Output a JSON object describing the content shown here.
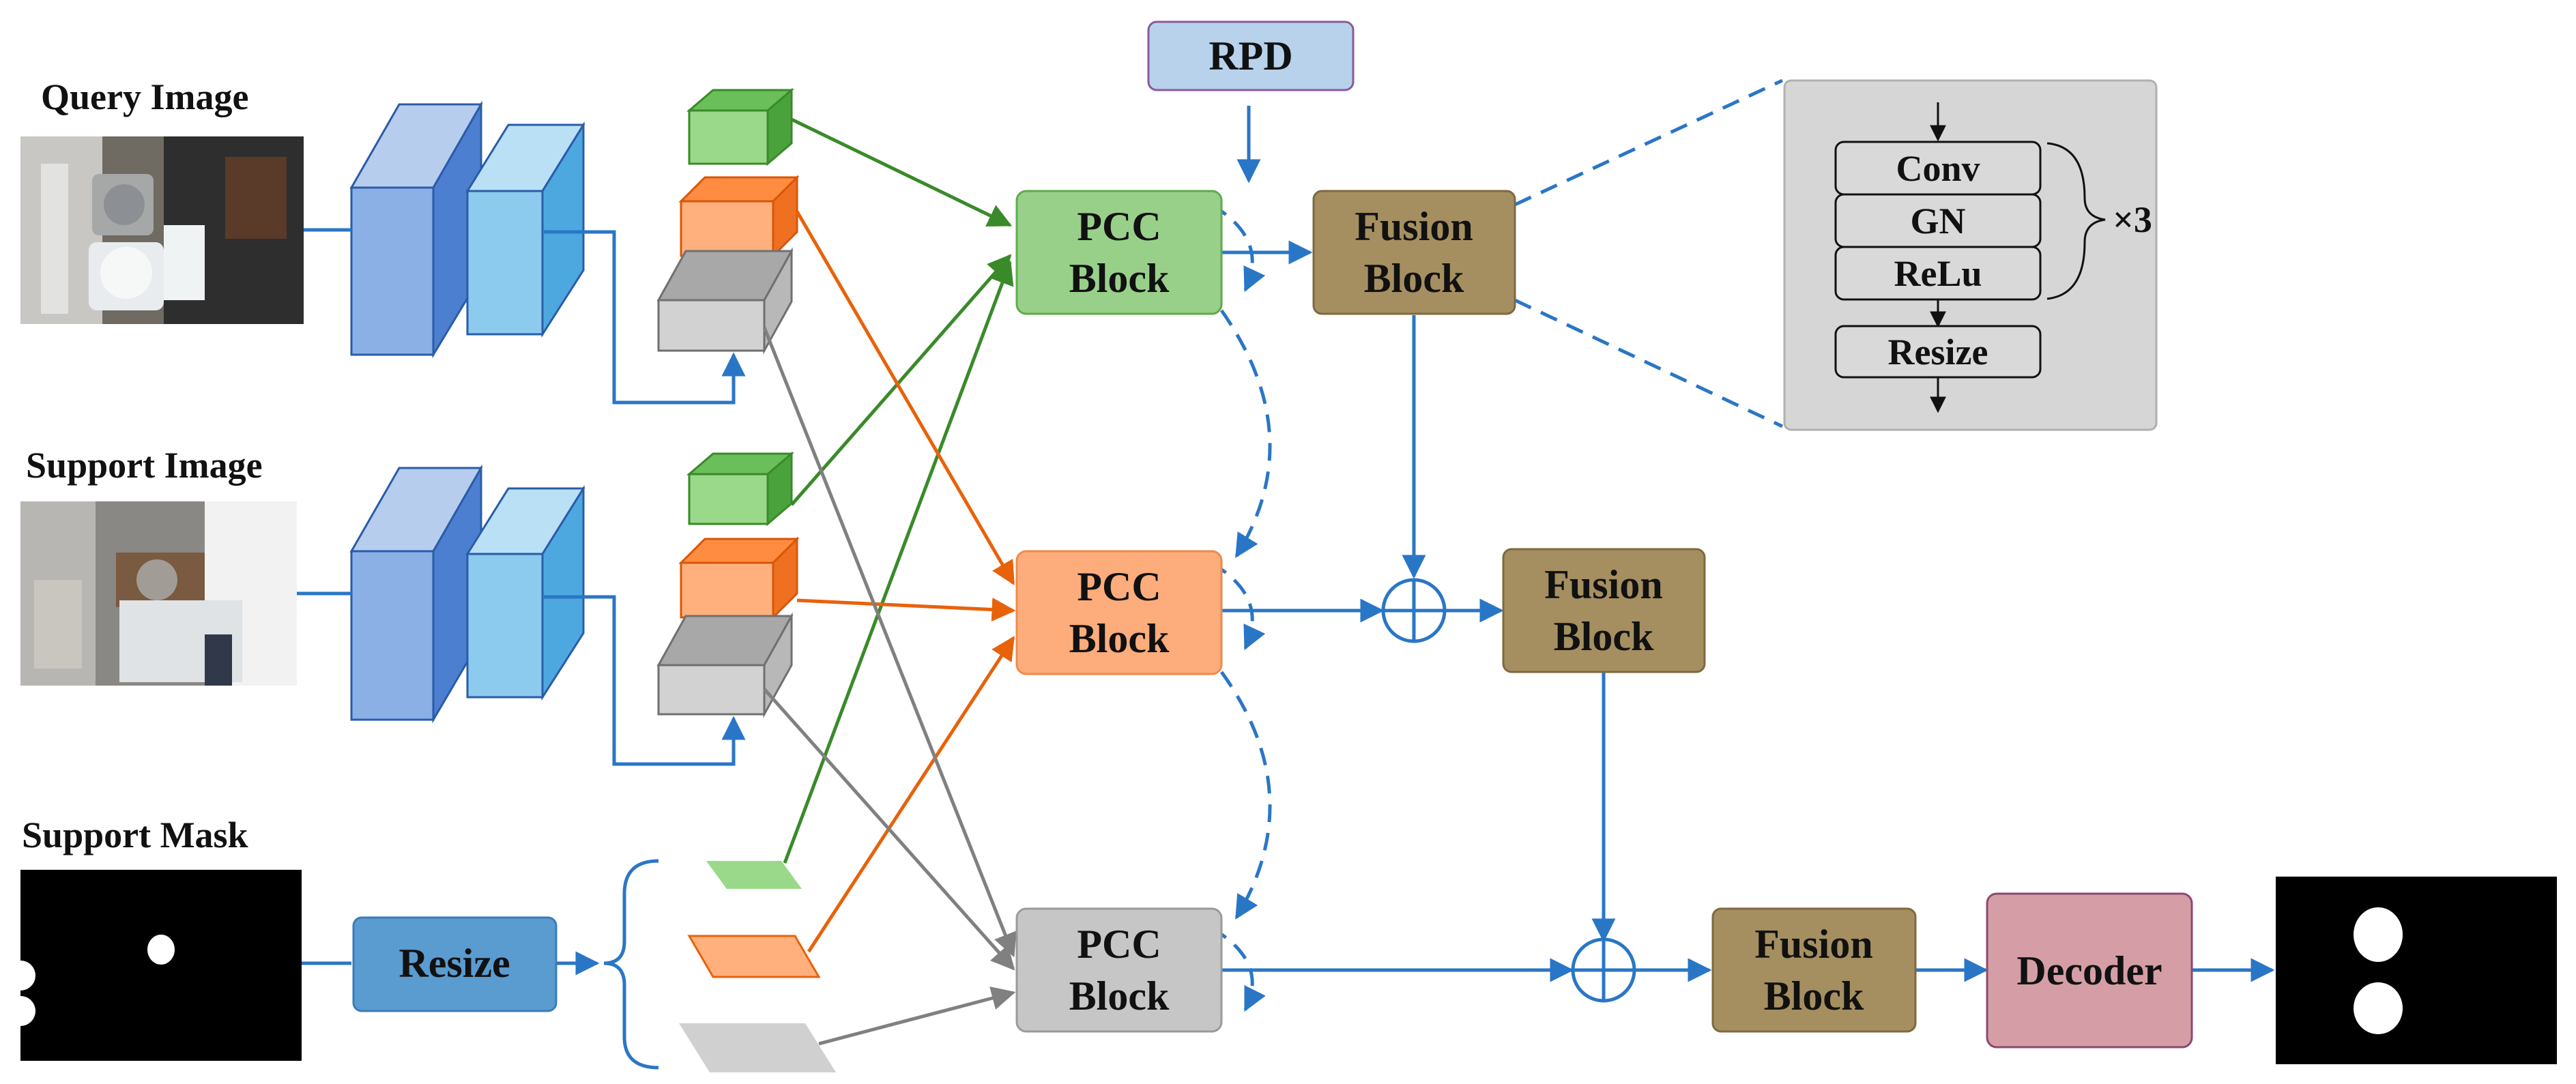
{
  "inputs": {
    "query_label": "Query Image",
    "support_label": "Support Image",
    "mask_label": "Support Mask"
  },
  "rpd": {
    "label": "RPD"
  },
  "resize_block": {
    "label": "Resize"
  },
  "pcc_blocks": [
    {
      "line1": "PCC",
      "line2": "Block",
      "color": "#98d08a"
    },
    {
      "line1": "PCC",
      "line2": "Block",
      "color": "#fdac7c"
    },
    {
      "line1": "PCC",
      "line2": "Block",
      "color": "#c6c6c6"
    }
  ],
  "fusion_blocks": [
    {
      "line1": "Fusion",
      "line2": "Block"
    },
    {
      "line1": "Fusion",
      "line2": "Block"
    },
    {
      "line1": "Fusion",
      "line2": "Block"
    }
  ],
  "decoder": {
    "label": "Decoder"
  },
  "fusion_detail": {
    "items": [
      "Conv",
      "GN",
      "ReLu"
    ],
    "repeat": "×3",
    "resize": "Resize"
  },
  "colors": {
    "arrow_blue": "#2a76c6",
    "green_path": "#3a8a2a",
    "orange_path": "#e8620a",
    "gray_path": "#808080",
    "fusion_fill": "#a58f60",
    "decoder_fill": "#d59ea6",
    "rpd_fill": "#b8d2ec",
    "resize_fill": "#5a9bd0"
  }
}
